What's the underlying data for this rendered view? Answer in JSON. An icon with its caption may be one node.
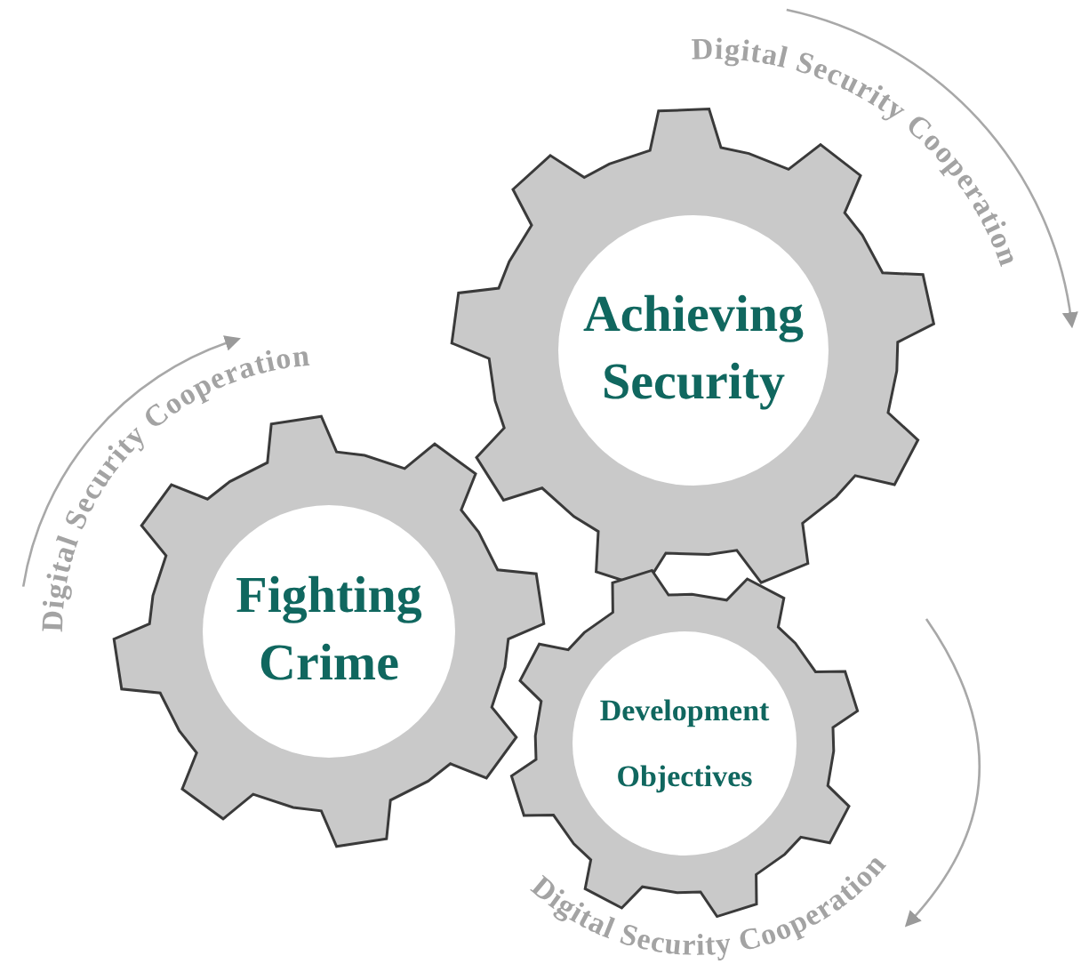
{
  "diagram": {
    "nodes": [
      {
        "text": [
          "Achieving Security"
        ]
      },
      {
        "text": [
          "Fighting Crime"
        ]
      },
      {
        "text": [
          "Development Objectives"
        ]
      }
    ],
    "labels": [
      "Digital Security Cooperation",
      "Digital Security Cooperation",
      "Digital Security Cooperation"
    ]
  }
}
